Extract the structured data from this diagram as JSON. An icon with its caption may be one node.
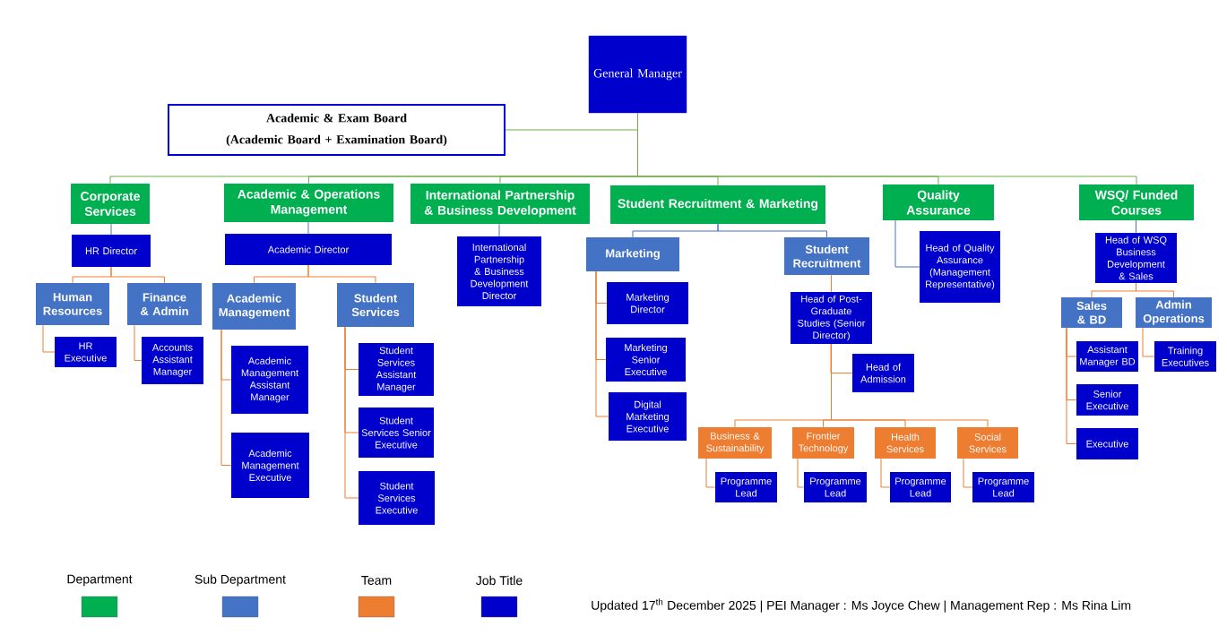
{
  "diagram": {
    "nodes": [
      {
        "text": [
          "General Manager"
        ]
      },
      {
        "text": [
          "Academic & Exam Board",
          "(Academic Board + Examination Board)"
        ]
      },
      {
        "text": [
          "Corporate Services"
        ]
      },
      {
        "text": [
          "Academic & Operations Management"
        ]
      },
      {
        "text": [
          "International Partnership & Business Development"
        ]
      },
      {
        "text": [
          "Student Recruitment & Marketing"
        ]
      },
      {
        "text": [
          "Quality Assurance"
        ]
      },
      {
        "text": [
          "WSQ/ Funded Courses"
        ]
      },
      {
        "text": [
          "HR Director"
        ]
      },
      {
        "text": [
          "Human Resources"
        ]
      },
      {
        "text": [
          "Finance & Admin"
        ]
      },
      {
        "text": [
          "HR Executive"
        ]
      },
      {
        "text": [
          "Accounts Assistant Manager"
        ]
      },
      {
        "text": [
          "Academic Director"
        ]
      },
      {
        "text": [
          "Academic Management"
        ]
      },
      {
        "text": [
          "Student Services"
        ]
      },
      {
        "text": [
          "Academic Management Assistant Manager"
        ]
      },
      {
        "text": [
          "Academic Management Executive"
        ]
      },
      {
        "text": [
          "Student Services Assistant Manager"
        ]
      },
      {
        "text": [
          "Student Services Senior Executive"
        ]
      },
      {
        "text": [
          "Student Services Executive"
        ]
      },
      {
        "text": [
          "International Partnership & Business Development Director"
        ]
      },
      {
        "text": [
          "Marketing"
        ]
      },
      {
        "text": [
          "Student Recruitment"
        ]
      },
      {
        "text": [
          "Marketing Director"
        ]
      },
      {
        "text": [
          "Marketing Senior Executive"
        ]
      },
      {
        "text": [
          "Digital Marketing Executive"
        ]
      },
      {
        "text": [
          "Head of Post-Graduate Studies (Senior Director)"
        ]
      },
      {
        "text": [
          "Head of Admission"
        ]
      },
      {
        "text": [
          "Business & Sustainability"
        ]
      },
      {
        "text": [
          "Frontier Technology"
        ]
      },
      {
        "text": [
          "Health Services"
        ]
      },
      {
        "text": [
          "Social Services"
        ]
      },
      {
        "text": [
          "Programme Lead"
        ]
      },
      {
        "text": [
          "Programme Lead"
        ]
      },
      {
        "text": [
          "Programme Lead"
        ]
      },
      {
        "text": [
          "Programme Lead"
        ]
      },
      {
        "text": [
          "Head of Quality Assurance (Management Representative)"
        ]
      },
      {
        "text": [
          "Head of WSQ Business Development & Sales"
        ]
      },
      {
        "text": [
          "Sales & BD"
        ]
      },
      {
        "text": [
          "Admin Operations"
        ]
      },
      {
        "text": [
          "Assistant Manager BD"
        ]
      },
      {
        "text": [
          "Senior Executive"
        ]
      },
      {
        "text": [
          "Executive"
        ]
      },
      {
        "text": [
          "Training Executives"
        ]
      }
    ],
    "edges": [
      {
        "from": 0,
        "to": 1,
        "arrow": "none",
        "color": "#70ad47"
      },
      {
        "from": 0,
        "to": 2,
        "arrow": "none",
        "color": "#70ad47"
      },
      {
        "from": 0,
        "to": 3,
        "arrow": "none",
        "color": "#70ad47"
      },
      {
        "from": 0,
        "to": 4,
        "arrow": "none",
        "color": "#70ad47"
      },
      {
        "from": 0,
        "to": 5,
        "arrow": "none",
        "color": "#70ad47"
      },
      {
        "from": 0,
        "to": 6,
        "arrow": "none",
        "color": "#70ad47"
      },
      {
        "from": 0,
        "to": 7,
        "arrow": "none",
        "color": "#70ad47"
      },
      {
        "from": 2,
        "to": 8,
        "arrow": "none",
        "color": "#4472c4"
      },
      {
        "from": 8,
        "to": 9,
        "arrow": "none"
      },
      {
        "from": 8,
        "to": 10,
        "arrow": "none"
      },
      {
        "from": 9,
        "to": 11,
        "arrow": "none"
      },
      {
        "from": 10,
        "to": 12,
        "arrow": "none"
      },
      {
        "from": 3,
        "to": 13,
        "arrow": "none",
        "color": "#4472c4"
      },
      {
        "from": 13,
        "to": 14,
        "arrow": "none"
      },
      {
        "from": 13,
        "to": 15,
        "arrow": "none"
      },
      {
        "from": 14,
        "to": 16,
        "arrow": "none"
      },
      {
        "from": 14,
        "to": 17,
        "arrow": "none"
      },
      {
        "from": 15,
        "to": 18,
        "arrow": "none"
      },
      {
        "from": 15,
        "to": 19,
        "arrow": "none"
      },
      {
        "from": 15,
        "to": 20,
        "arrow": "none"
      },
      {
        "from": 4,
        "to": 21,
        "arrow": "none",
        "color": "#4472c4"
      },
      {
        "from": 5,
        "to": 22,
        "arrow": "none",
        "color": "#4472c4"
      },
      {
        "from": 5,
        "to": 23,
        "arrow": "none",
        "color": "#4472c4"
      },
      {
        "from": 22,
        "to": 24,
        "arrow": "none"
      },
      {
        "from": 22,
        "to": 25,
        "arrow": "none"
      },
      {
        "from": 22,
        "to": 26,
        "arrow": "none"
      },
      {
        "from": 23,
        "to": 27,
        "arrow": "none"
      },
      {
        "from": 27,
        "to": 28,
        "arrow": "none"
      },
      {
        "from": 27,
        "to": 29,
        "arrow": "none"
      },
      {
        "from": 27,
        "to": 30,
        "arrow": "none"
      },
      {
        "from": 27,
        "to": 31,
        "arrow": "none"
      },
      {
        "from": 27,
        "to": 32,
        "arrow": "none"
      },
      {
        "from": 29,
        "to": 33,
        "arrow": "none"
      },
      {
        "from": 30,
        "to": 34,
        "arrow": "none"
      },
      {
        "from": 31,
        "to": 35,
        "arrow": "none"
      },
      {
        "from": 32,
        "to": 36,
        "arrow": "none"
      },
      {
        "from": 6,
        "to": 37,
        "arrow": "none",
        "color": "#4472c4"
      },
      {
        "from": 7,
        "to": 38,
        "arrow": "none",
        "color": "#4472c4"
      },
      {
        "from": 38,
        "to": 39,
        "arrow": "none"
      },
      {
        "from": 38,
        "to": 40,
        "arrow": "none"
      },
      {
        "from": 39,
        "to": 41,
        "arrow": "none"
      },
      {
        "from": 39,
        "to": 42,
        "arrow": "none"
      },
      {
        "from": 39,
        "to": 43,
        "arrow": "none"
      },
      {
        "from": 40,
        "to": 44,
        "arrow": "none"
      }
    ],
    "labels": [
      "Updated 17$^{th}$ December 2025 | PEI Manager : Ms Joyce Chew | Management  Rep : Ms Rina Lim"
    ],
    "legend": [
      {
        "text": "Department",
        "color": "#00b050"
      },
      {
        "text": "Sub Department",
        "color": "#4472c4"
      },
      {
        "text": "Team",
        "color": "#ed7d31"
      },
      {
        "text": "Job Title",
        "color": "#0000cc"
      }
    ]
  }
}
